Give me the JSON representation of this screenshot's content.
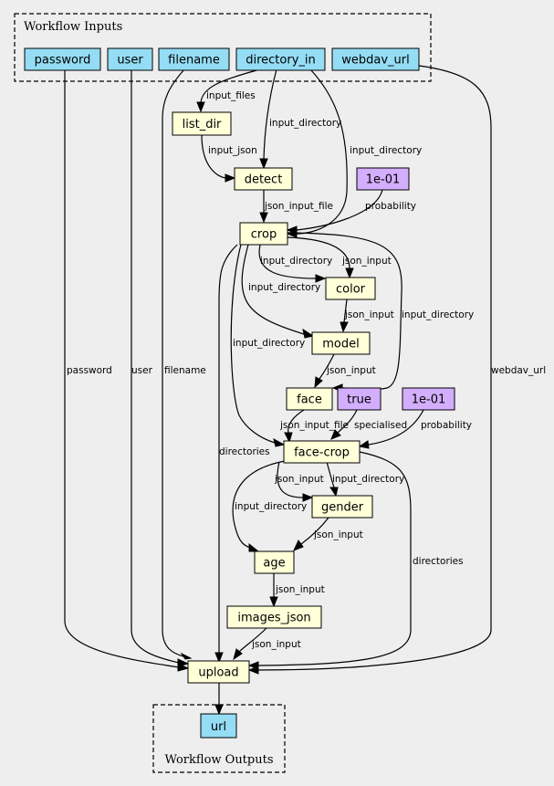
{
  "colors": {
    "background": "#eeeeee",
    "input": "#94ddf4",
    "step": "#ffffd8",
    "param": "#d3aefd"
  },
  "clusters": {
    "inputs": "Workflow Inputs",
    "outputs": "Workflow Outputs"
  },
  "nodes": {
    "password": "password",
    "user": "user",
    "filename": "filename",
    "directory_in": "directory_in",
    "webdav_url": "webdav_url",
    "list_dir": "list_dir",
    "detect": "detect",
    "prob1": "1e-01",
    "crop": "crop",
    "color": "color",
    "model": "model",
    "face": "face",
    "true_param": "true",
    "prob2": "1e-01",
    "face_crop": "face-crop",
    "gender": "gender",
    "age": "age",
    "images_json": "images_json",
    "upload": "upload",
    "url": "url"
  },
  "edge_labels": {
    "e_input_files": "input_files",
    "e_dir_detect": "input_directory",
    "e_dir_crop": "input_directory",
    "e_input_json_list": "input_json",
    "e_json_input_file": "json_input_file",
    "e_probability1": "probability",
    "e_crop_color_dir": "input_directory",
    "e_crop_color_json": "json_input",
    "e_crop_model_dir": "input_directory",
    "e_crop_face_dir": "input_directory",
    "e_color_model": "json_input",
    "e_crop_facecrop_dir": "input_directory",
    "e_model_face": "json_input",
    "e_face_facecrop": "json_input_file",
    "e_specialised": "specialised",
    "e_probability2": "probability",
    "e_crop_upload": "directories",
    "e_password": "password",
    "e_user": "user",
    "e_filename": "filename",
    "e_webdav": "webdav_url",
    "e_fc_gender_json": "json_input",
    "e_fc_gender_dir": "input_directory",
    "e_fc_age_dir": "input_directory",
    "e_gender_age": "json_input",
    "e_fc_upload": "directories",
    "e_age_images": "json_input",
    "e_images_upload": "json_input"
  }
}
